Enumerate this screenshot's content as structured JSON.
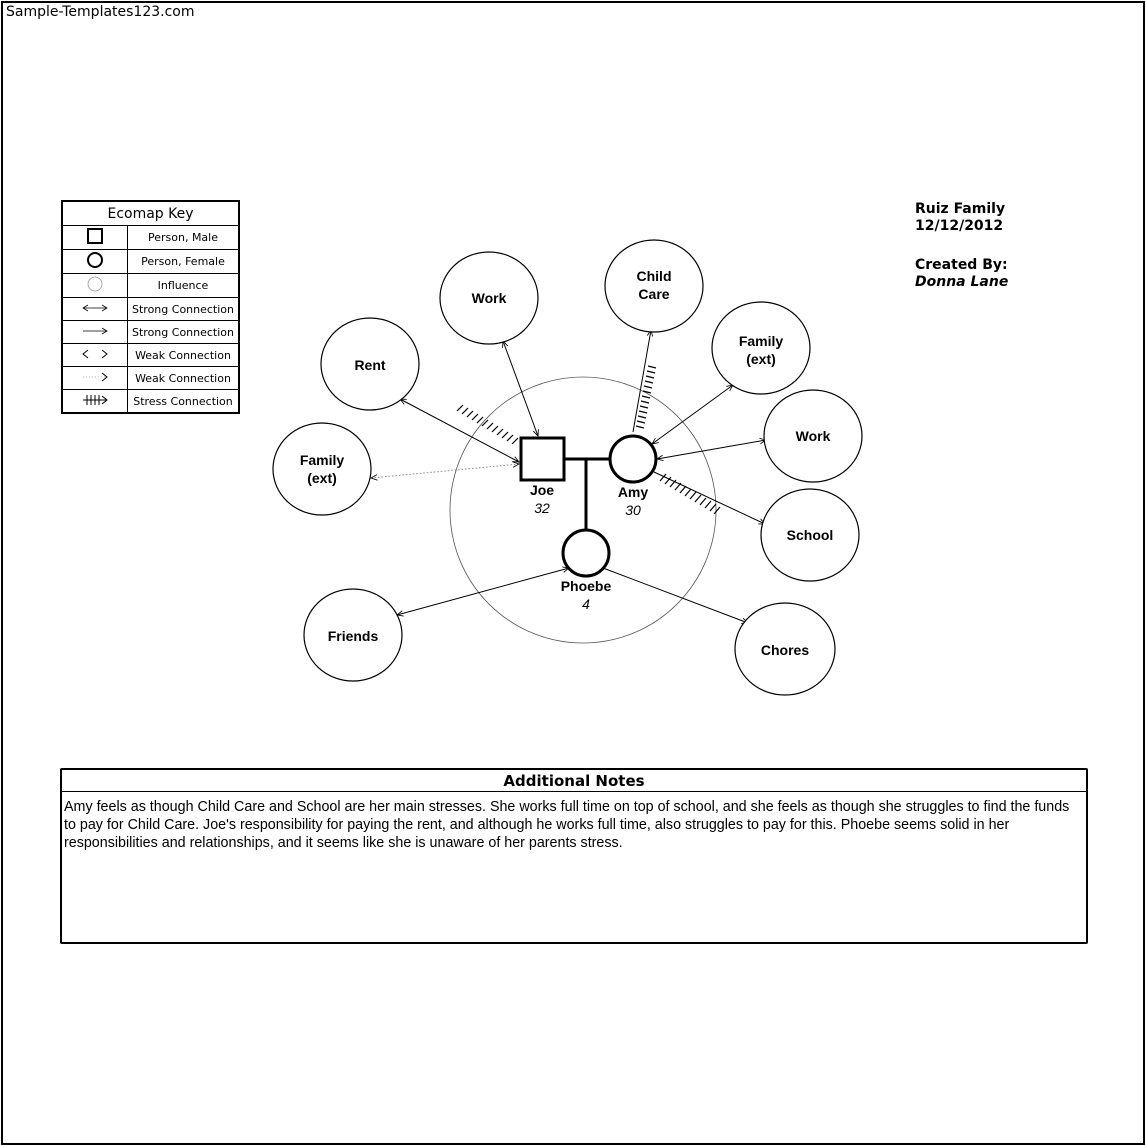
{
  "watermark": "Sample-Templates123.com",
  "key": {
    "title": "Ecomap Key",
    "rows": [
      {
        "icon": "square-icon",
        "label": "Person, Male"
      },
      {
        "icon": "circle-icon",
        "label": "Person, Female"
      },
      {
        "icon": "light-circle-icon",
        "label": "Influence"
      },
      {
        "icon": "double-arrow-icon",
        "label": "Strong Connection"
      },
      {
        "icon": "single-arrow-icon",
        "label": "Strong Connection"
      },
      {
        "icon": "weak-double-arrow-icon",
        "label": "Weak Connection"
      },
      {
        "icon": "weak-single-arrow-icon",
        "label": "Weak Connection"
      },
      {
        "icon": "stress-arrow-icon",
        "label": "Stress Connection"
      }
    ]
  },
  "info": {
    "family": "Ruiz Family",
    "date": "12/12/2012",
    "created_label": "Created By:",
    "author": "Donna Lane"
  },
  "people": {
    "joe": {
      "name": "Joe",
      "age": "32"
    },
    "amy": {
      "name": "Amy",
      "age": "30"
    },
    "phoebe": {
      "name": "Phoebe",
      "age": "4"
    }
  },
  "systems": {
    "work_joe": "Work",
    "child_care_1": "Child",
    "child_care_2": "Care",
    "family_ext_amy_1": "Family",
    "family_ext_amy_2": "(ext)",
    "work_amy": "Work",
    "school": "School",
    "chores": "Chores",
    "friends": "Friends",
    "family_ext_joe_1": "Family",
    "family_ext_joe_2": "(ext)",
    "rent": "Rent"
  },
  "notes": {
    "title": "Additional Notes",
    "body": "Amy feels as though Child Care and School are her main stresses. She works full time on top of school, and she feels as though she struggles to find the funds to pay for Child Care. Joe's responsibility for paying the rent, and although he works full time, also struggles to pay for this. Phoebe seems solid in her responsibilities and relationships, and it seems like she is unaware of her parents stress."
  }
}
